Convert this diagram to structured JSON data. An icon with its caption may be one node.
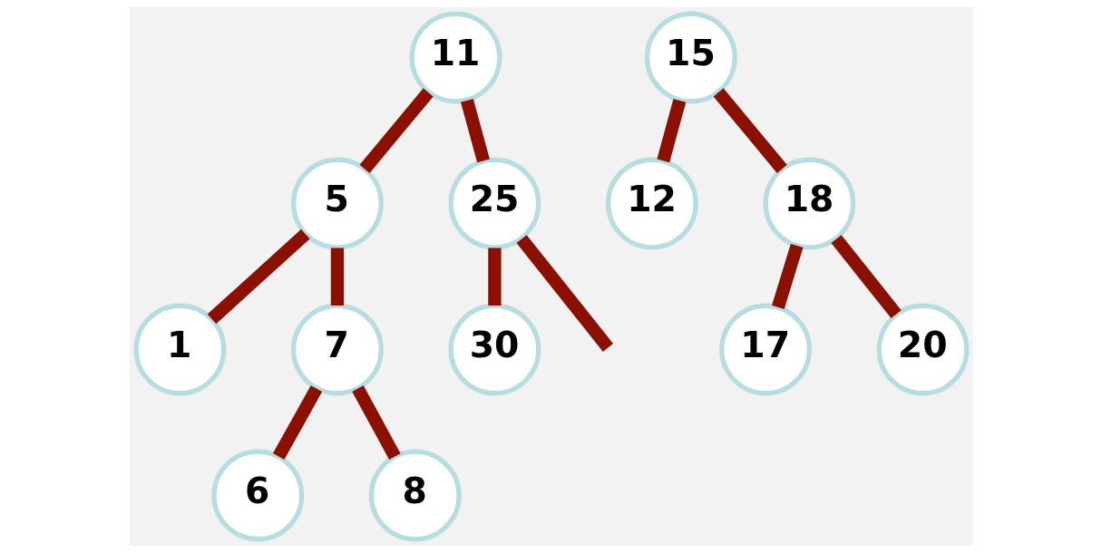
{
  "diagram": {
    "nodes": [
      {
        "text": [
          "11"
        ]
      },
      {
        "text": [
          "5"
        ]
      },
      {
        "text": [
          "25"
        ]
      },
      {
        "text": [
          "1"
        ]
      },
      {
        "text": [
          "7"
        ]
      },
      {
        "text": [
          "30"
        ]
      },
      {
        "text": [
          "6"
        ]
      },
      {
        "text": [
          "8"
        ]
      },
      {
        "text": [
          "15"
        ]
      },
      {
        "text": [
          "12"
        ]
      },
      {
        "text": [
          "18"
        ]
      },
      {
        "text": [
          "17"
        ]
      },
      {
        "text": [
          "20"
        ]
      }
    ],
    "edges": [
      {
        "from": 0,
        "to": 1,
        "arrow": "none"
      },
      {
        "from": 0,
        "to": 2,
        "arrow": "none"
      },
      {
        "from": 1,
        "to": 3,
        "arrow": "none"
      },
      {
        "from": 1,
        "to": 4,
        "arrow": "none"
      },
      {
        "from": 2,
        "to": null,
        "arrow": "none"
      },
      {
        "from": 2,
        "to": 5,
        "arrow": "none"
      },
      {
        "from": 4,
        "to": 6,
        "arrow": "none"
      },
      {
        "from": 4,
        "to": 7,
        "arrow": "none"
      },
      {
        "from": 8,
        "to": 9,
        "arrow": "none"
      },
      {
        "from": 8,
        "to": 10,
        "arrow": "none"
      },
      {
        "from": 10,
        "to": 11,
        "arrow": "none"
      },
      {
        "from": 10,
        "to": 12,
        "arrow": "none"
      }
    ]
  }
}
